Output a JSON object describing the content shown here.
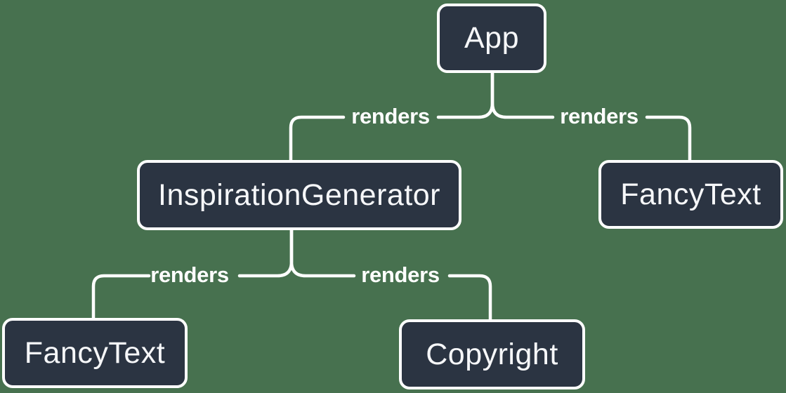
{
  "diagram": {
    "type": "component-render-tree",
    "colors": {
      "background": "#47714F",
      "node_fill": "#2B3442",
      "node_border": "#FFFFFF",
      "edge": "#FFFFFF",
      "label": "#FFFFFF"
    },
    "nodes": [
      {
        "id": "app",
        "label": "App"
      },
      {
        "id": "inspiration-generator",
        "label": "InspirationGenerator"
      },
      {
        "id": "fancy-text-top",
        "label": "FancyText"
      },
      {
        "id": "fancy-text-bottom",
        "label": "FancyText"
      },
      {
        "id": "copyright",
        "label": "Copyright"
      }
    ],
    "edges": [
      {
        "from": "app",
        "to": "inspiration-generator",
        "label": "renders"
      },
      {
        "from": "app",
        "to": "fancy-text-top",
        "label": "renders"
      },
      {
        "from": "inspiration-generator",
        "to": "fancy-text-bottom",
        "label": "renders"
      },
      {
        "from": "inspiration-generator",
        "to": "copyright",
        "label": "renders"
      }
    ]
  }
}
